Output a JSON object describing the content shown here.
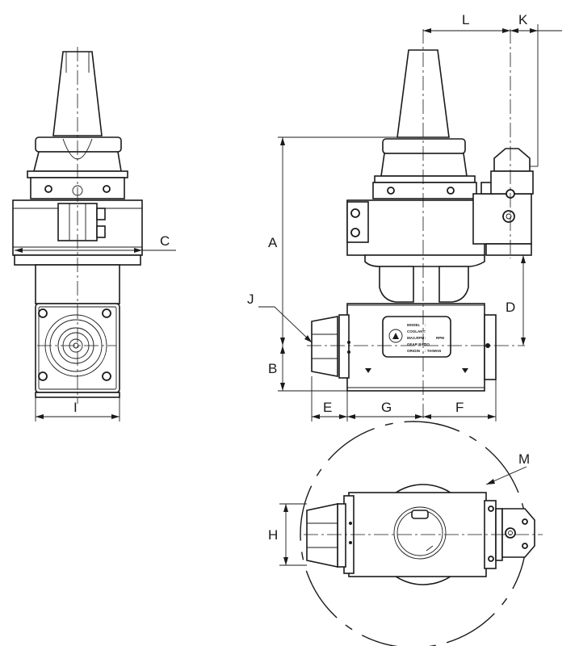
{
  "dimension_labels": {
    "A": "A",
    "B": "B",
    "C": "C",
    "D": "D",
    "E": "E",
    "F": "F",
    "G": "G",
    "H": "H",
    "I": "I",
    "J": "J",
    "K": "K",
    "L": "L",
    "M": "M"
  },
  "nameplate": {
    "rows": [
      {
        "label": "MODEL",
        "value": ":"
      },
      {
        "label": "COOLANT",
        "value": ":"
      },
      {
        "label": "MAX.RPM",
        "value": ":",
        "extra": "RPM"
      },
      {
        "label": "GEAR RATIO",
        "value": ":"
      },
      {
        "label": "ORIGIN",
        "value": ": TAIWAN"
      }
    ]
  },
  "colors": {
    "line": "#1a1a1a",
    "background": "#ffffff"
  }
}
